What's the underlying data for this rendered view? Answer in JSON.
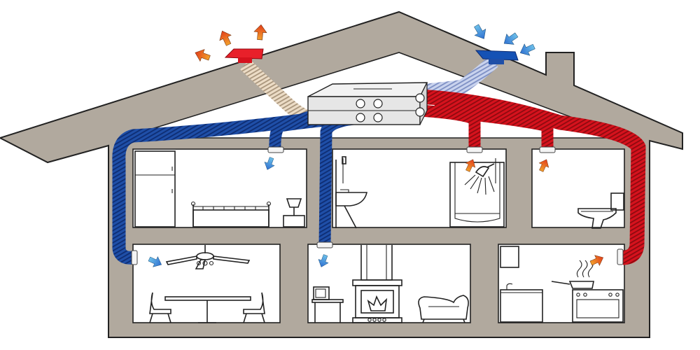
{
  "colors": {
    "house_wall": "#b1a99e",
    "outline": "#222222",
    "fresh_duct": "#1f4fa8",
    "fresh_duct_dark": "#0e2d73",
    "fresh_arrow": "#48a2dc",
    "stale_duct": "#d6121d",
    "stale_duct_dark": "#8e0a10",
    "stale_arrow_top": "#e8541d",
    "stale_arrow_bottom": "#f2a12c",
    "exhaust_duct": "#e5d1b9",
    "intake_duct": "#b8c5e5",
    "unit_body": "#ececec"
  },
  "components": {
    "heat_recovery_unit": "mvhr-unit",
    "exhaust_terminal": "roof-exhaust-cap",
    "intake_terminal": "roof-intake-cap"
  },
  "rooms": [
    {
      "id": "bedroom",
      "level": "upper",
      "airflow": "supply"
    },
    {
      "id": "bathroom",
      "level": "upper",
      "airflow": "extract"
    },
    {
      "id": "toilet",
      "level": "upper",
      "airflow": "extract"
    },
    {
      "id": "dining-room",
      "level": "lower",
      "airflow": "supply"
    },
    {
      "id": "living-room",
      "level": "lower",
      "airflow": "supply"
    },
    {
      "id": "kitchen",
      "level": "lower",
      "airflow": "extract"
    }
  ],
  "icons": [
    "wardrobe-icon",
    "bed-icon",
    "lamp-icon",
    "shower-icon",
    "sink-icon",
    "toilet-icon",
    "ceiling-fan-icon",
    "dining-table-icon",
    "tv-icon",
    "fireplace-icon",
    "armchair-icon",
    "stove-icon",
    "wall-cabinet-icon"
  ]
}
